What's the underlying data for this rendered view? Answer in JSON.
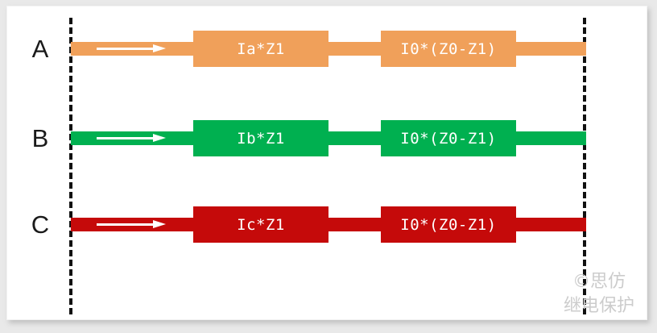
{
  "figure": {
    "background_color": "#e9e9e9",
    "card_color": "#ffffff",
    "reference_line_color": "#111111"
  },
  "reference_lines": {
    "left_name": "left-dashed-reference-line",
    "right_name": "right-dashed-reference-line"
  },
  "rows": [
    {
      "label": "A",
      "color": "#f0a05a",
      "block1_text": "Ia*Z1",
      "block2_text": "I0*(Z0-Z1)",
      "arrow": "right-arrow"
    },
    {
      "label": "B",
      "color": "#00b050",
      "block1_text": "Ib*Z1",
      "block2_text": "I0*(Z0-Z1)",
      "arrow": "right-arrow"
    },
    {
      "label": "C",
      "color": "#c50a0a",
      "block1_text": "Ic*Z1",
      "block2_text": "I0*(Z0-Z1)",
      "arrow": "right-arrow"
    }
  ],
  "watermark": {
    "line1": "©思仿",
    "line2": "继电保护",
    "color": "#cccccc"
  }
}
